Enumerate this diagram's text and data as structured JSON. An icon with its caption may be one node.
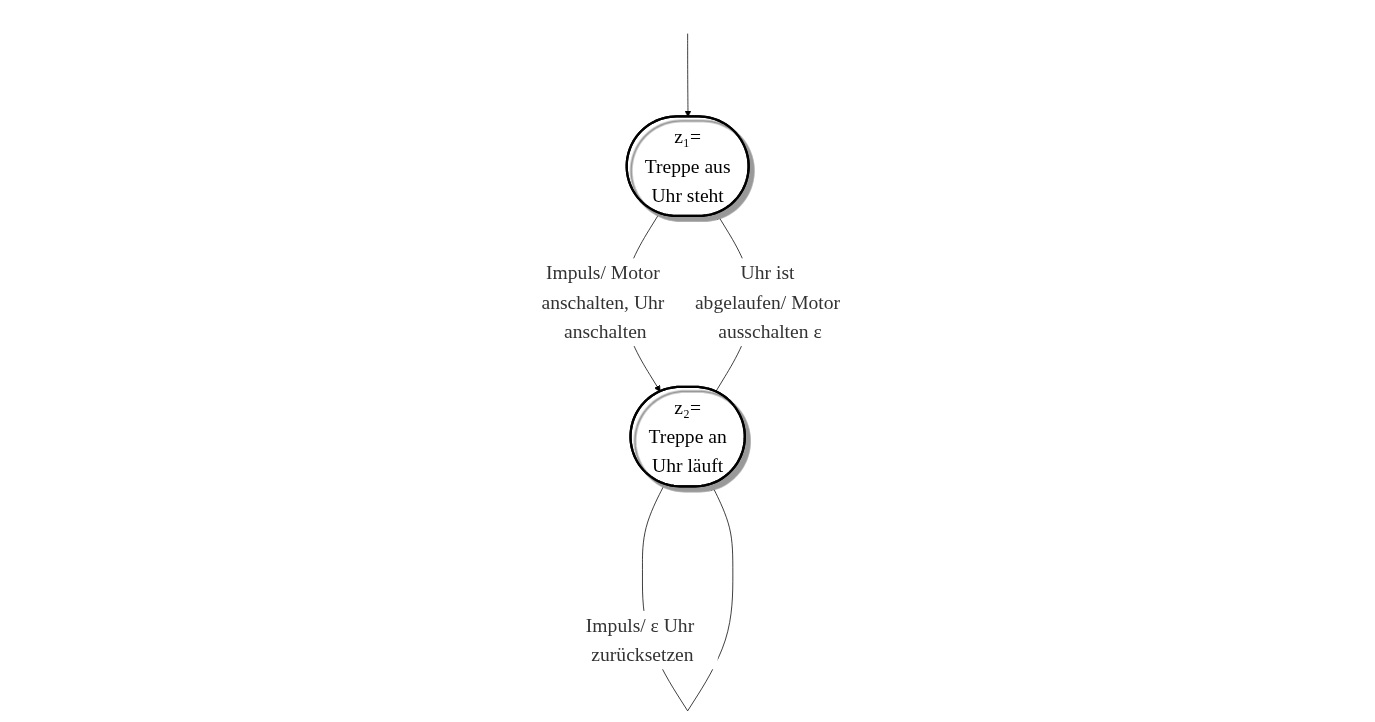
{
  "diagram": {
    "nodes": [
      {
        "text": [
          "z₁=",
          "Treppe aus",
          "Uhr steht"
        ]
      },
      {
        "text": [
          "z₂=",
          "Treppe an",
          "Uhr läuft"
        ]
      }
    ],
    "edges": [
      {
        "from": null,
        "to": 0,
        "arrow": "to"
      },
      {
        "from": 0,
        "to": 1,
        "arrow": "to",
        "label": "Impuls/ Motor anschalten, Uhr anschalten"
      },
      {
        "from": 1,
        "to": 0,
        "arrow": "to",
        "label": "Uhr ist abgelaufen/ Motor ausschalten ε"
      },
      {
        "from": 1,
        "to": 1,
        "arrow": "to",
        "label": "Impuls/ ε Uhr zurücksetzen"
      }
    ]
  }
}
